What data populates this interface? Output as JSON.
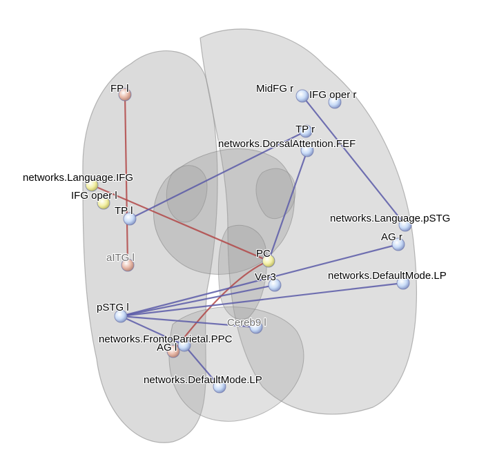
{
  "colors": {
    "background": "#ffffff",
    "brain_fill": "#bdbdbd",
    "brain_edge": "#8a8a8a",
    "edge_negative": "#5a5aa8",
    "edge_positive": "#b24848",
    "node_blue": "#c9dcf7",
    "node_pink": "#e8b9a8",
    "node_yellow": "#f3f0a6"
  },
  "nodes": [
    {
      "id": "fp_l",
      "label": "FP l",
      "color": "pink"
    },
    {
      "id": "midfg_r",
      "label": "MidFG r",
      "color": "blue"
    },
    {
      "id": "ifg_oper_r",
      "label": "IFG oper r",
      "color": "blue"
    },
    {
      "id": "tp_r",
      "label": "TP r",
      "color": "blue"
    },
    {
      "id": "dan_fef",
      "label": "networks.DorsalAttention.FEF",
      "color": "blue"
    },
    {
      "id": "lang_ifg",
      "label": "networks.Language.IFG",
      "color": "yellow"
    },
    {
      "id": "ifg_oper_l",
      "label": "IFG oper l",
      "color": "yellow"
    },
    {
      "id": "tp_l",
      "label": "TP l",
      "color": "blue"
    },
    {
      "id": "lang_pstg",
      "label": "networks.Language.pSTG",
      "color": "blue"
    },
    {
      "id": "ag_r",
      "label": "AG r",
      "color": "blue"
    },
    {
      "id": "pc",
      "label": "PC",
      "color": "yellow"
    },
    {
      "id": "aitg_l",
      "label": "aITG l",
      "color": "pink"
    },
    {
      "id": "ver3",
      "label": "Ver3",
      "color": "blue"
    },
    {
      "id": "dmn_lp_r",
      "label": "networks.DefaultMode.LP",
      "color": "blue"
    },
    {
      "id": "pstg_l",
      "label": "pSTG l",
      "color": "blue"
    },
    {
      "id": "cereb9_l",
      "label": "Cereb9 l",
      "color": "blue"
    },
    {
      "id": "fpn_ppc",
      "label": "networks.FrontoParietal.PPC",
      "color": "blue"
    },
    {
      "id": "ag_l",
      "label": "AG l",
      "color": "pink"
    },
    {
      "id": "dmn_lp_l",
      "label": "networks.DefaultMode.LP",
      "color": "blue"
    }
  ],
  "edges": [
    {
      "from": "fp_l",
      "to": "aitg_l",
      "sign": "positive"
    },
    {
      "from": "lang_ifg",
      "to": "pc",
      "sign": "positive"
    },
    {
      "from": "pc",
      "to": "ag_l",
      "sign": "positive"
    },
    {
      "from": "tp_l",
      "to": "tp_r",
      "sign": "negative"
    },
    {
      "from": "midfg_r",
      "to": "lang_pstg",
      "sign": "negative"
    },
    {
      "from": "dan_fef",
      "to": "pc",
      "sign": "negative"
    },
    {
      "from": "pstg_l",
      "to": "ag_r",
      "sign": "negative"
    },
    {
      "from": "pstg_l",
      "to": "dmn_lp_r",
      "sign": "negative"
    },
    {
      "from": "pstg_l",
      "to": "cereb9_l",
      "sign": "negative"
    },
    {
      "from": "pstg_l",
      "to": "fpn_ppc",
      "sign": "negative"
    },
    {
      "from": "fpn_ppc",
      "to": "dmn_lp_l",
      "sign": "negative"
    },
    {
      "from": "ver3",
      "to": "pstg_l",
      "sign": "negative"
    }
  ]
}
